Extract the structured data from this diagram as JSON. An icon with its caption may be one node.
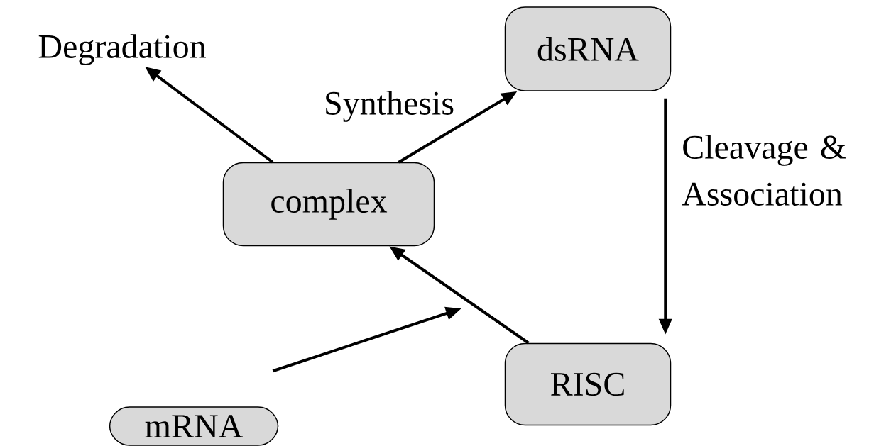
{
  "diagram": {
    "nodes": [
      {
        "text": [
          "dsRNA"
        ]
      },
      {
        "text": [
          "complex"
        ]
      },
      {
        "text": [
          "RISC"
        ]
      },
      {
        "text": [
          "mRNA"
        ]
      },
      {
        "text": [
          "Degradation"
        ]
      }
    ],
    "edges": [
      {
        "from": 1,
        "to": 4,
        "arrow": "to"
      },
      {
        "from": 1,
        "to": 0,
        "arrow": "to",
        "label": "Synthesis"
      },
      {
        "from": 0,
        "to": 2,
        "arrow": "to",
        "label": "Cleavage & Association"
      },
      {
        "from": 2,
        "to": 1,
        "arrow": "to"
      },
      {
        "from": 3,
        "to": null,
        "arrow": "to"
      }
    ]
  }
}
